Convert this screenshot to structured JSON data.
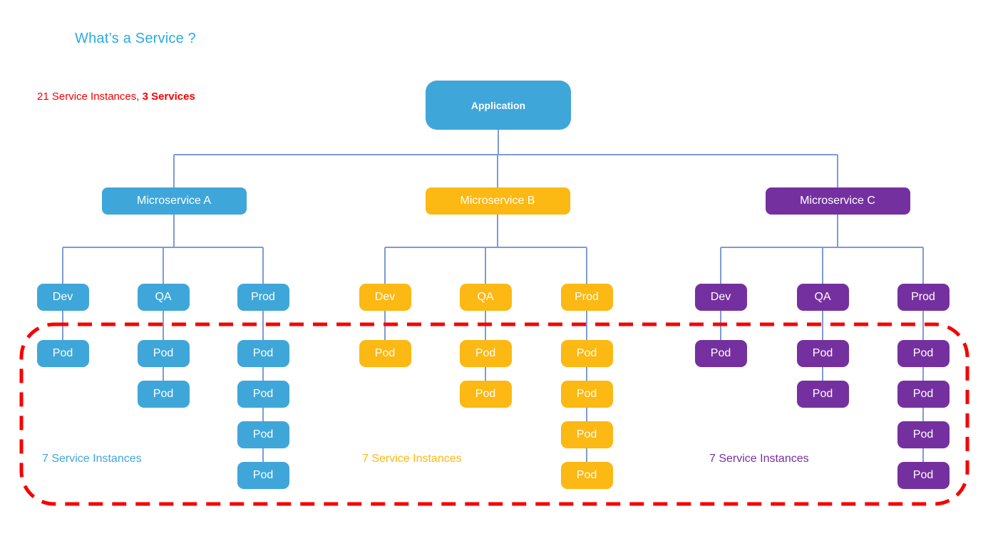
{
  "title": {
    "text": "What’s a Service ?",
    "color": "#29ABE2"
  },
  "summary": {
    "regular": "21 Service Instances, ",
    "bold": "3 Services",
    "color": "#F70000"
  },
  "application": {
    "label": "Application",
    "color": "#3FA6DA"
  },
  "colors": {
    "connector": "#7D9BD6",
    "highlight": "#F70000"
  },
  "microservices": [
    {
      "label": "Microservice A",
      "color": "#3FA6DA",
      "caption": "7 Service Instances",
      "environments": [
        {
          "label": "Dev",
          "pods": [
            "Pod"
          ]
        },
        {
          "label": "QA",
          "pods": [
            "Pod",
            "Pod"
          ]
        },
        {
          "label": "Prod",
          "pods": [
            "Pod",
            "Pod",
            "Pod",
            "Pod"
          ]
        }
      ]
    },
    {
      "label": "Microservice B",
      "color": "#FCB813",
      "caption": "7 Service Instances",
      "environments": [
        {
          "label": "Dev",
          "pods": [
            "Pod"
          ]
        },
        {
          "label": "QA",
          "pods": [
            "Pod",
            "Pod"
          ]
        },
        {
          "label": "Prod",
          "pods": [
            "Pod",
            "Pod",
            "Pod",
            "Pod"
          ]
        }
      ]
    },
    {
      "label": "Microservice C",
      "color": "#7530A0",
      "caption": "7 Service Instances",
      "environments": [
        {
          "label": "Dev",
          "pods": [
            "Pod"
          ]
        },
        {
          "label": "QA",
          "pods": [
            "Pod",
            "Pod"
          ]
        },
        {
          "label": "Prod",
          "pods": [
            "Pod",
            "Pod",
            "Pod",
            "Pod"
          ]
        }
      ]
    }
  ]
}
